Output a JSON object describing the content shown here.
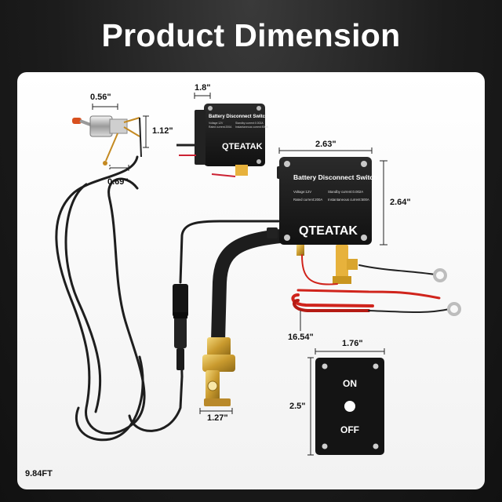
{
  "header": {
    "title": "Product Dimension"
  },
  "device": {
    "brand": "QTEATAK",
    "name": "Battery Disconnect Switch",
    "spec_left_1": "Voltage:12V",
    "spec_left_2": "Rated current:200A",
    "spec_right_1": "Standby current:0.002A",
    "spec_right_2": "Instantaneous current:500A"
  },
  "panel_switch": {
    "on_label": "ON",
    "off_label": "OFF"
  },
  "dimensions": {
    "toggle_width": "0.56\"",
    "toggle_height": "1.12\"",
    "toggle_base": "0.69\"",
    "device_depth": "1.8\"",
    "device_width": "2.63\"",
    "device_height": "2.64\"",
    "ring_cable": "16.54\"",
    "clamp_width": "1.27\"",
    "cable_length": "9.84FT",
    "plate_width": "1.76\"",
    "plate_height": "2.5\""
  },
  "colors": {
    "background": "#1c1c1c",
    "panel": "#ffffff",
    "device_body": "#1a1a1a",
    "cable": "#222222",
    "red_wire": "#d0241c",
    "brass": "#d7b04a",
    "connector": "#e7b23c"
  },
  "icons": [
    "toggle-switch-icon",
    "battery-clamp-icon",
    "ring-terminal-icon",
    "screw-icon"
  ]
}
